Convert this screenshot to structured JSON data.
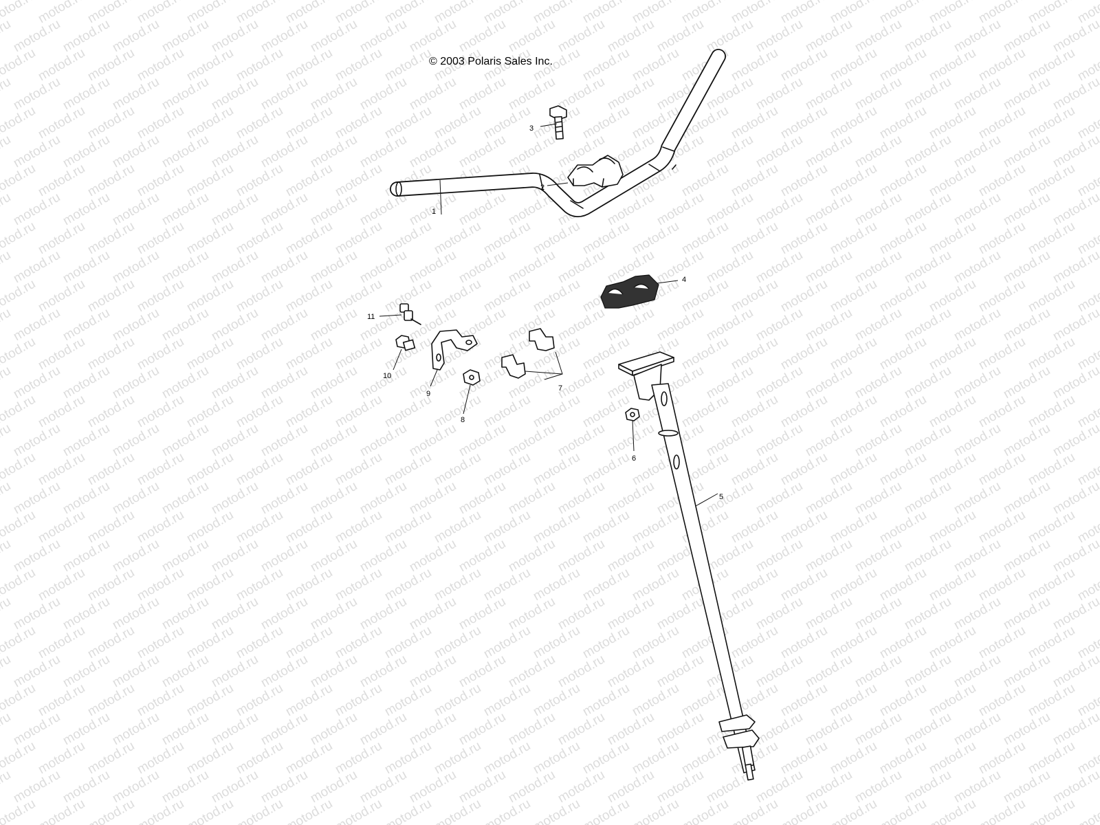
{
  "copyright": "© 2003 Polaris Sales Inc.",
  "watermark": "motod.ru",
  "callouts": {
    "c1": "1",
    "c2": "2",
    "c3": "3",
    "c4": "4",
    "c5": "5",
    "c6": "6",
    "c7": "7",
    "c8": "8",
    "c9": "9",
    "c10": "10",
    "c11": "11"
  }
}
